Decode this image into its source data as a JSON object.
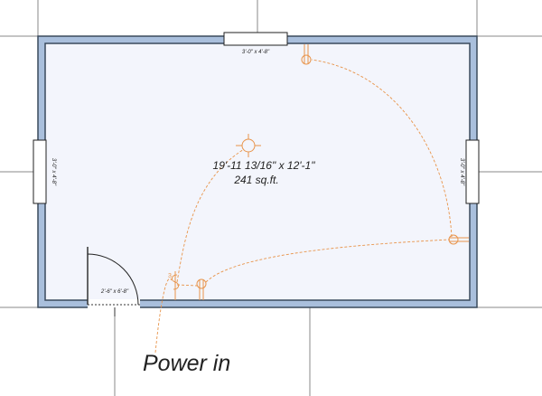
{
  "plan": {
    "room_dimensions": "19'-11 13/16\" x 12'-1\"",
    "room_area": "241 sq.ft.",
    "window_top_label": "3'-0\" x 4'-8\"",
    "window_left_label": "3'-0\" x 4'-8\"",
    "window_right_label": "3'-0\" x 4'-8\"",
    "door_label": "2'-6\" x 6'-8\"",
    "power_label": "Power in"
  },
  "colors": {
    "wall_fill": "#a9bfdc",
    "wall_edge": "#3a4a5c",
    "floor": "#f3f5fc",
    "electrical": "#e8944a",
    "grid": "#8a8a8a"
  }
}
